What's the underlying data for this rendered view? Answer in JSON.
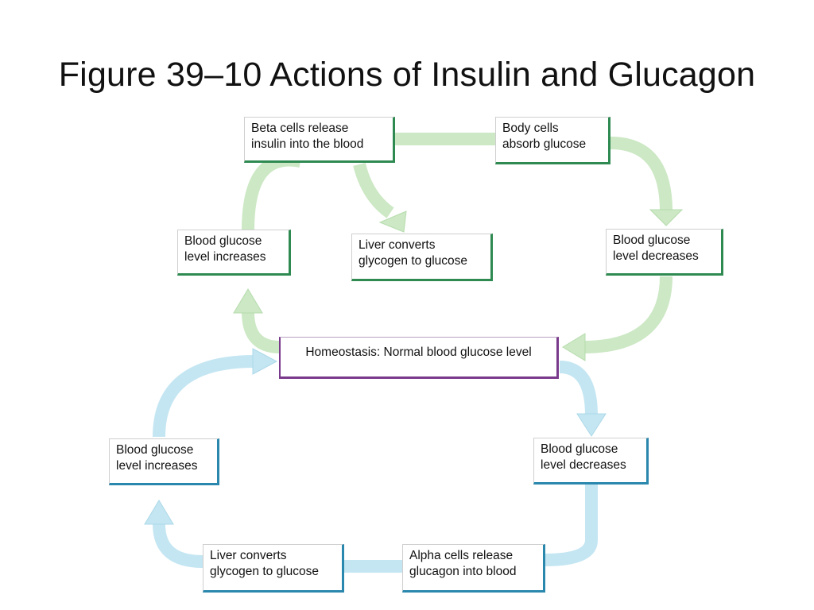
{
  "title": "Figure 39–10 Actions of Insulin and Glucagon",
  "colors": {
    "insulin_arrow": "#cce8c4",
    "glucagon_arrow": "#c4e6f2",
    "insulin_border": "#2f8a52",
    "glucagon_border": "#2a87ad",
    "homeostasis_border": "#7a3a8c"
  },
  "homeostasis": "Homeostasis: Normal blood glucose level",
  "insulin_cycle": {
    "beta_cells": [
      "Beta cells release",
      "insulin into the blood"
    ],
    "body_cells": [
      "Body cells",
      "absorb glucose"
    ],
    "liver": [
      "Liver converts",
      "glycogen to glucose"
    ],
    "glucose_increases": [
      "Blood glucose",
      "level increases"
    ],
    "glucose_decreases": [
      "Blood glucose",
      "level decreases"
    ]
  },
  "glucagon_cycle": {
    "glucose_increases": [
      "Blood glucose",
      "level increases"
    ],
    "glucose_decreases": [
      "Blood glucose",
      "level decreases"
    ],
    "liver": [
      "Liver converts",
      "glycogen to glucose"
    ],
    "alpha_cells": [
      "Alpha cells release",
      "glucagon into blood"
    ]
  }
}
